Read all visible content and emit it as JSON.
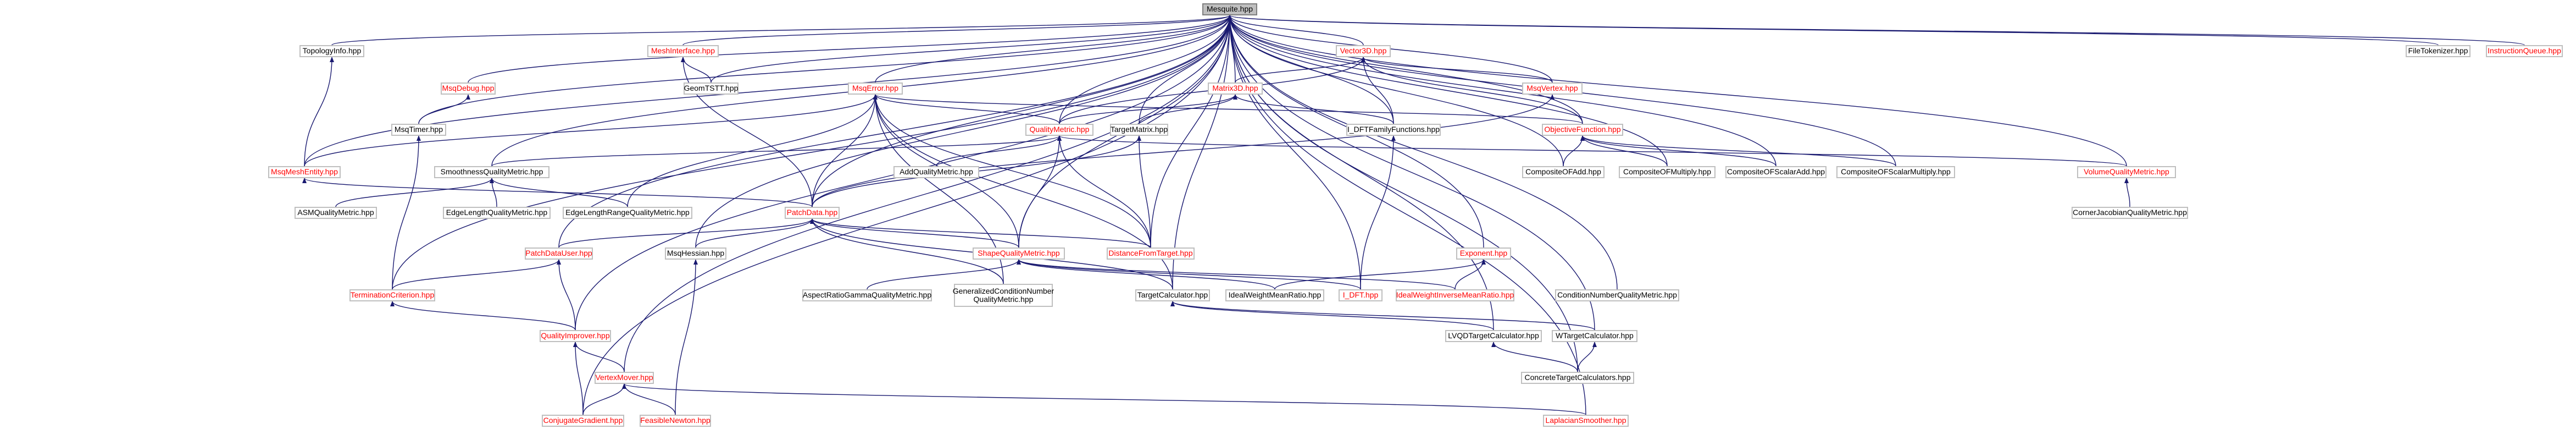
{
  "colors": {
    "edge": "#191970",
    "node_border": "#bfbfbf",
    "root_fill": "#bfbfbf",
    "broken_link": "#ff0000",
    "text": "#000000",
    "background": "#ffffff"
  },
  "nodes": {
    "mesquite": "Mesquite.hpp",
    "topology_info": "TopologyInfo.hpp",
    "msq_debug": "MsqDebug.hpp",
    "msq_timer": "MsqTimer.hpp",
    "mesh_interface": "MeshInterface.hpp",
    "geom_tstt": "GeomTSTT.hpp",
    "vector3d": "Vector3D.hpp",
    "matrix3d": "Matrix3D.hpp",
    "msq_error": "MsqError.hpp",
    "msq_vertex": "MsqVertex.hpp",
    "quality_metric": "QualityMetric.hpp",
    "target_matrix": "TargetMatrix.hpp",
    "i_dft_family": "I_DFTFamilyFunctions.hpp",
    "objective_function": "ObjectiveFunction.hpp",
    "msq_mesh_entity": "MsqMeshEntity.hpp",
    "smoothness_qm": "SmoothnessQualityMetric.hpp",
    "add_qm": "AddQualityMetric.hpp",
    "composite_of_add": "CompositeOFAdd.hpp",
    "composite_of_multiply": "CompositeOFMultiply.hpp",
    "composite_of_scalar_add": "CompositeOFScalarAdd.hpp",
    "composite_of_scalar_multiply": "CompositeOFScalarMultiply.hpp",
    "volume_qm": "VolumeQualityMetric.hpp",
    "asm_qm": "ASMQualityMetric.hpp",
    "edge_length_qm": "EdgeLengthQualityMetric.hpp",
    "edge_length_range_qm": "EdgeLengthRangeQualityMetric.hpp",
    "corner_jacobian_qm": "CornerJacobianQualityMetric.hpp",
    "patch_data": "PatchData.hpp",
    "patch_data_user": "PatchDataUser.hpp",
    "msq_hessian": "MsqHessian.hpp",
    "shape_qm": "ShapeQualityMetric.hpp",
    "distance_from_target": "DistanceFromTarget.hpp",
    "exponent": "Exponent.hpp",
    "termination_criterion": "TerminationCriterion.hpp",
    "aspect_ratio_gamma_qm": "AspectRatioGammaQualityMetric.hpp",
    "generalized_condition_number_qm": "GeneralizedConditionNumber QualityMetric.hpp",
    "target_calculator": "TargetCalculator.hpp",
    "ideal_weight_mean_ratio": "IdealWeightMeanRatio.hpp",
    "i_dft": "I_DFT.hpp",
    "ideal_weight_inverse_mean_ratio": "IdealWeightInverseMeanRatio.hpp",
    "condition_number_qm": "ConditionNumberQualityMetric.hpp",
    "quality_improver": "QualityImprover.hpp",
    "lvqdt_target_calculator": "LVQDTargetCalculator.hpp",
    "w_target_calculator": "WTargetCalculator.hpp",
    "concrete_target_calculators": "ConcreteTargetCalculators.hpp",
    "vertex_mover": "VertexMover.hpp",
    "conjugate_gradient": "ConjugateGradient.hpp",
    "feasible_newton": "FeasibleNewton.hpp",
    "laplacian_smoother": "LaplacianSmoother.hpp",
    "file_tokenizer": "FileTokenizer.hpp",
    "instruction_queue": "InstructionQueue.hpp"
  }
}
